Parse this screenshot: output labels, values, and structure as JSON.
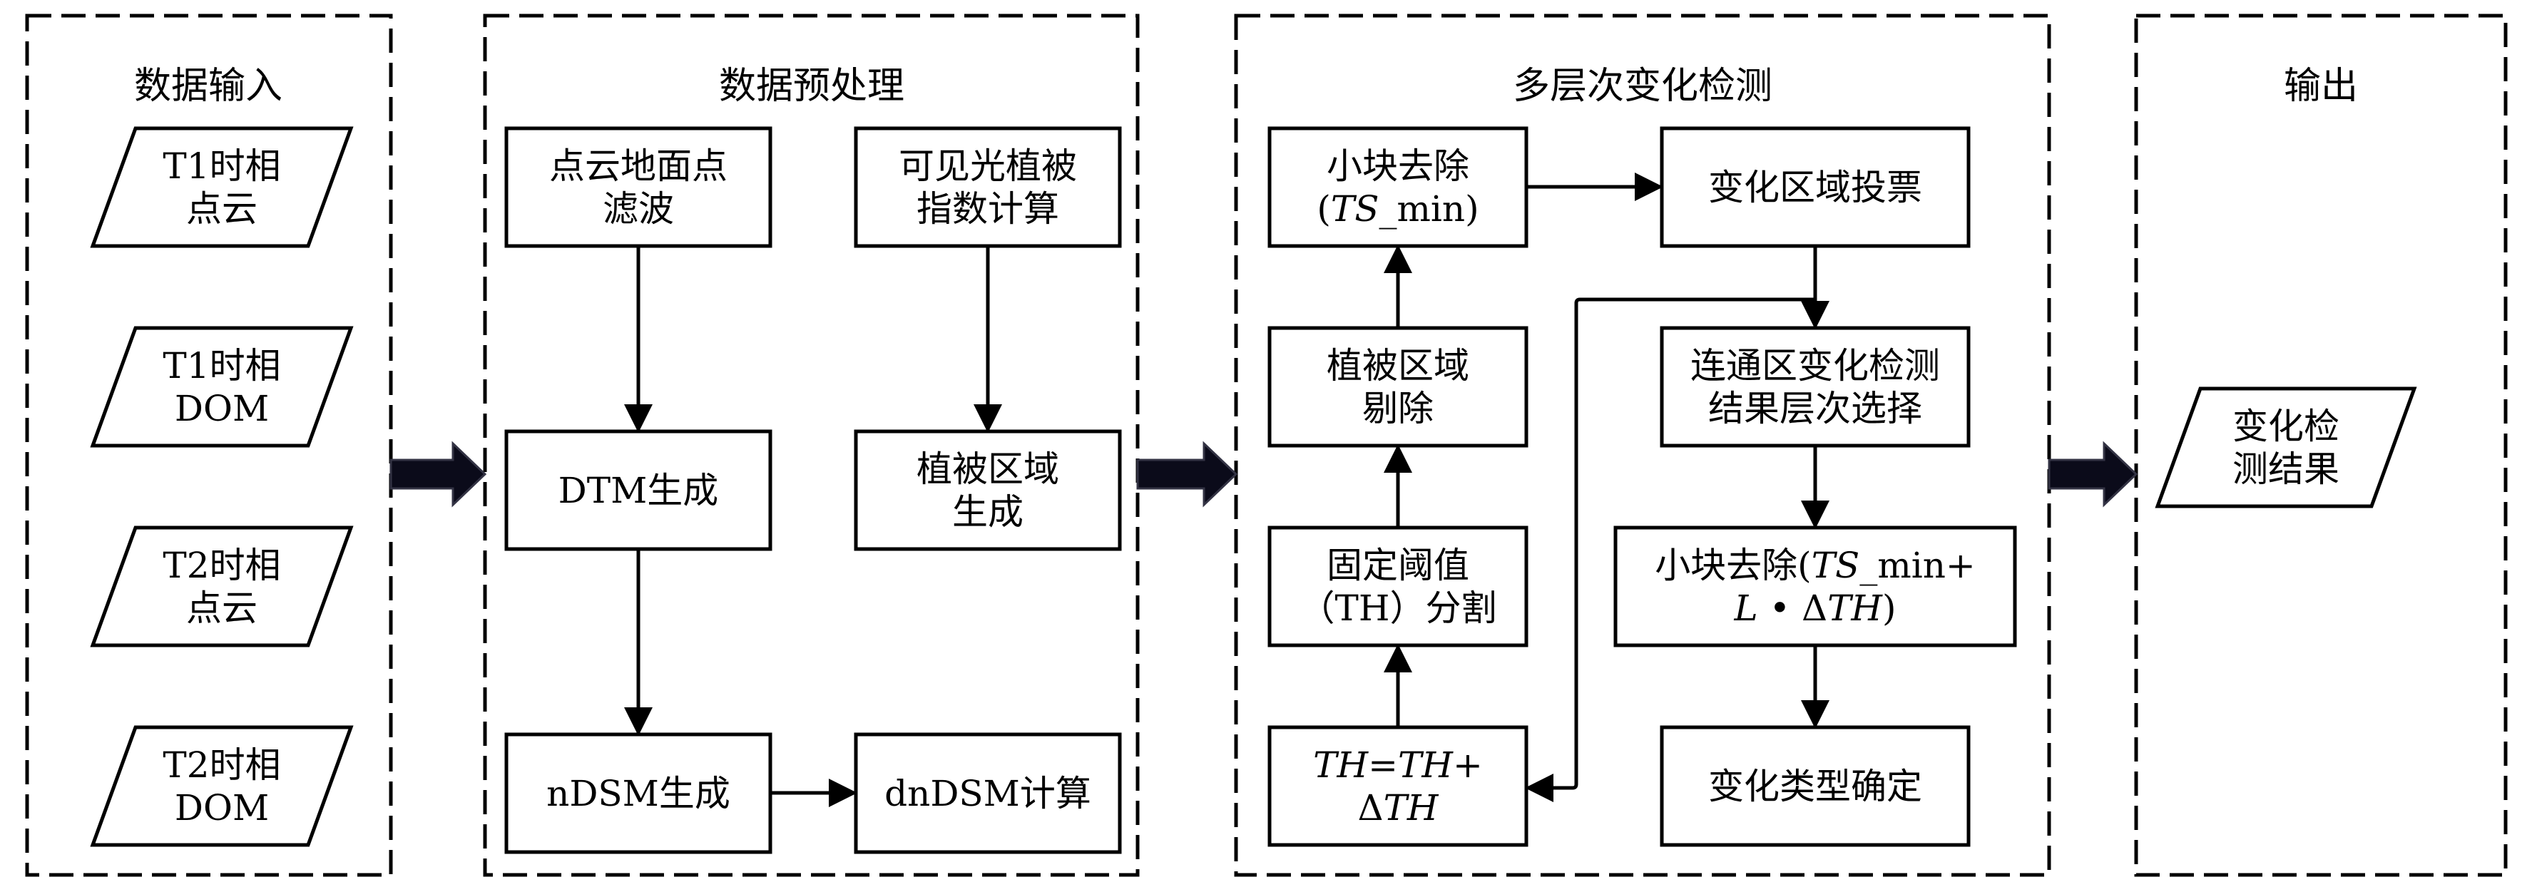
{
  "stages": {
    "input": "数据输入",
    "preprocess": "数据预处理",
    "detect": "多层次变化检测",
    "output": "输出"
  },
  "inputs": {
    "t1_cloud": {
      "l1": "T1时相",
      "l2": "点云"
    },
    "t1_dom": {
      "l1": "T1时相",
      "l2": "DOM"
    },
    "t2_cloud": {
      "l1": "T2时相",
      "l2": "点云"
    },
    "t2_dom": {
      "l1": "T2时相",
      "l2": "DOM"
    }
  },
  "pre": {
    "ground_filter": {
      "l1": "点云地面点",
      "l2": "滤波"
    },
    "veg_index": {
      "l1": "可见光植被",
      "l2": "指数计算"
    },
    "dtm": "DTM生成",
    "veg_region": {
      "l1": "植被区域",
      "l2": "生成"
    },
    "ndsm": "nDSM生成",
    "dndsm": "dnDSM计算"
  },
  "det": {
    "small_remove": {
      "l1": "小块去除",
      "l2_open": "(",
      "l2_var": "TS",
      "l2_rest": "_min)"
    },
    "vote": "变化区域投票",
    "veg_remove": {
      "l1": "植被区域",
      "l2": "剔除"
    },
    "conn_select": {
      "l1": "连通区变化检测",
      "l2": "结果层次选择"
    },
    "threshold": {
      "l1": "固定阈值",
      "l2": "（TH）分割"
    },
    "small_remove2": {
      "l1_a": "小块去除(",
      "l1_var": "TS",
      "l1_b": "_min+",
      "l2_var1": "L",
      "l2_mid": " • Δ",
      "l2_var2": "TH",
      "l2_end": ")"
    },
    "th_update": {
      "l1_a": "TH",
      "l1_eq": "=",
      "l1_b": "TH",
      "l1_plus": "+",
      "l2_delta": "Δ",
      "l2_var": "TH"
    },
    "type_confirm": "变化类型确定"
  },
  "out": {
    "result": {
      "l1": "变化检",
      "l2": "测结果"
    }
  }
}
